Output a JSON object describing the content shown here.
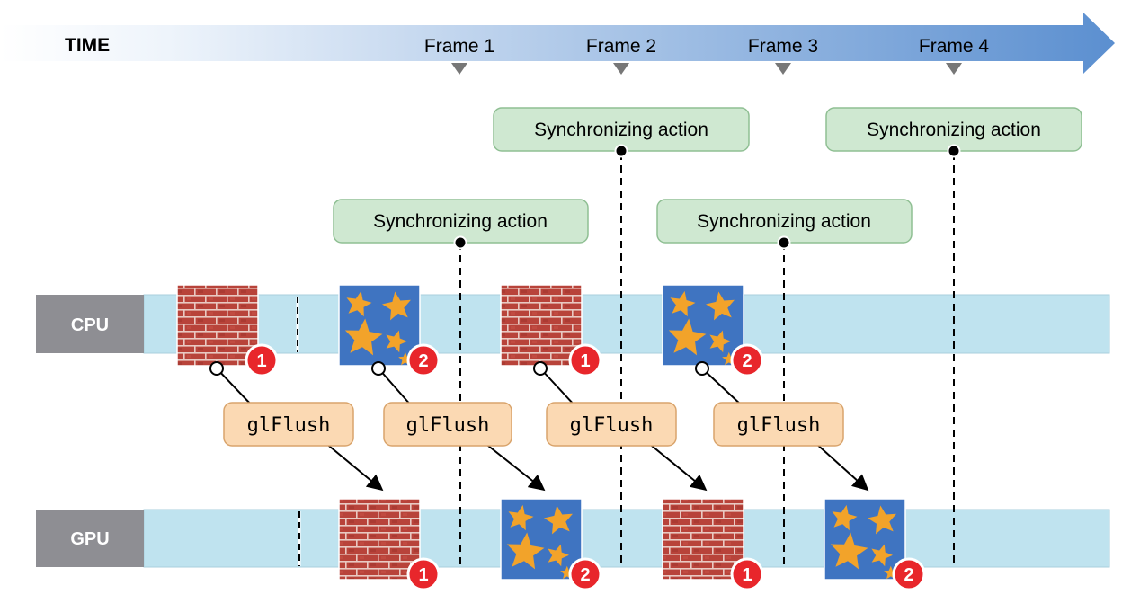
{
  "timeline": {
    "label": "TIME",
    "frames": [
      {
        "label": "Frame 1"
      },
      {
        "label": "Frame 2"
      },
      {
        "label": "Frame 3"
      },
      {
        "label": "Frame 4"
      }
    ]
  },
  "lanes": {
    "cpu": "CPU",
    "gpu": "GPU"
  },
  "sync_actions": [
    {
      "label": "Synchronizing action"
    },
    {
      "label": "Synchronizing action"
    },
    {
      "label": "Synchronizing action"
    },
    {
      "label": "Synchronizing action"
    }
  ],
  "flushes": [
    {
      "label": "glFlush"
    },
    {
      "label": "glFlush"
    },
    {
      "label": "glFlush"
    },
    {
      "label": "glFlush"
    }
  ],
  "cpu_tasks": [
    {
      "texture": "brick-texture",
      "badge": "1"
    },
    {
      "texture": "stars-texture",
      "badge": "2"
    },
    {
      "texture": "brick-texture",
      "badge": "1"
    },
    {
      "texture": "stars-texture",
      "badge": "2"
    }
  ],
  "gpu_tasks": [
    {
      "texture": "brick-texture",
      "badge": "1"
    },
    {
      "texture": "stars-texture",
      "badge": "2"
    },
    {
      "texture": "brick-texture",
      "badge": "1"
    },
    {
      "texture": "stars-texture",
      "badge": "2"
    }
  ],
  "colors": {
    "timeline_start": "#ffffff",
    "timeline_end": "#5b8fd0",
    "lane_fill": "#bfe3ef",
    "lane_label_bg": "#8e8e93",
    "sync_fill": "#cfe8d1",
    "sync_stroke": "#8fbf93",
    "flush_fill": "#fbd9b3",
    "flush_stroke": "#d9a46c",
    "badge": "#e8262b",
    "brick": "#b23c34",
    "star_bg": "#3f74c1",
    "star": "#f2a32a"
  }
}
